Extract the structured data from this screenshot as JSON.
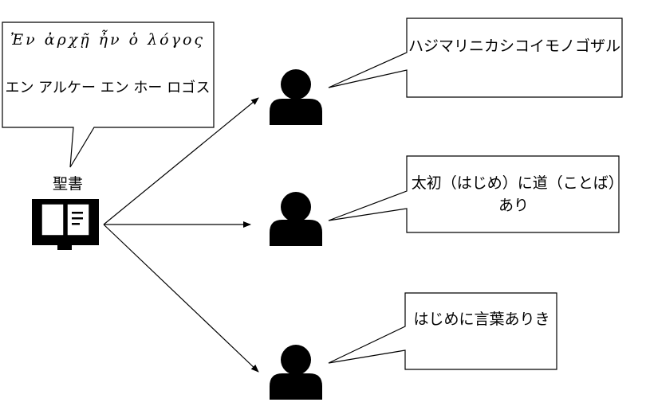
{
  "bubble_original": {
    "greek_text": "Ἐν ἀρχῇ ἦν ὁ λόγος",
    "reading": "エン アルケー エン ホー ロゴス"
  },
  "book": {
    "label": "聖書",
    "icon": "book-icon"
  },
  "speakers": [
    {
      "icon": "person-icon",
      "speech": "ハジマリニカシコイモノゴザル"
    },
    {
      "icon": "person-icon",
      "speech": "太初（はじめ）に道（ことば）あり"
    },
    {
      "icon": "person-icon",
      "speech": "はじめに言葉ありき"
    }
  ],
  "colors": {
    "stroke": "#000000",
    "fill": "#ffffff"
  }
}
